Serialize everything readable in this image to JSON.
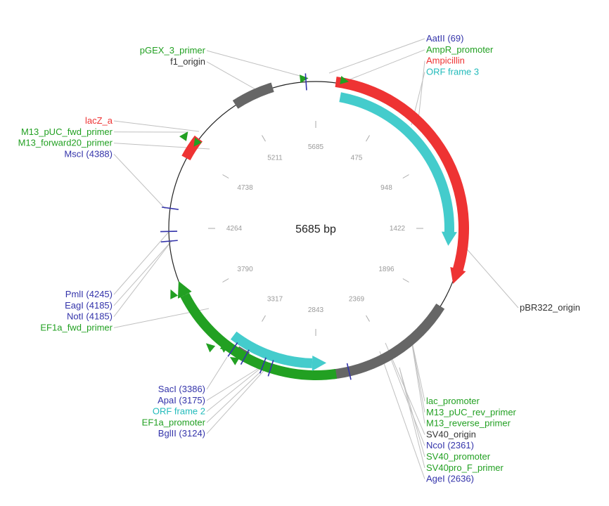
{
  "plasmid": {
    "size_label": "5685 bp",
    "length": 5685
  },
  "colors": {
    "enzyme": "#3333aa",
    "primer": "#22a022",
    "promoter": "#22a022",
    "resistance": "#ee3333",
    "orf": "#44cccc",
    "origin": "#666666",
    "tick_label": "#9a9a9a",
    "backbone": "#222222",
    "leader": "#c0c0c0"
  },
  "ticks": [
    "5685",
    "475",
    "948",
    "1422",
    "1896",
    "2369",
    "2843",
    "3317",
    "3790",
    "4264",
    "4738",
    "5211"
  ],
  "features": [
    {
      "id": "ampicillin",
      "type": "resistance",
      "color": "#ee3333"
    },
    {
      "id": "orf3",
      "type": "orf",
      "color": "#44cccc"
    },
    {
      "id": "pbr322",
      "type": "origin",
      "color": "#666666"
    },
    {
      "id": "sv40small",
      "type": "origin",
      "color": "#666666"
    },
    {
      "id": "ef1a",
      "type": "promoter",
      "color": "#22a022"
    },
    {
      "id": "orf2",
      "type": "orf",
      "color": "#44cccc"
    },
    {
      "id": "f1",
      "type": "origin",
      "color": "#666666"
    },
    {
      "id": "lacz",
      "type": "resistance",
      "color": "#ee3333"
    }
  ],
  "labels": {
    "top_right": [
      {
        "text": "AatII (69)",
        "color": "#3333aa"
      },
      {
        "text": "AmpR_promoter",
        "color": "#22a022"
      },
      {
        "text": "Ampicillin",
        "color": "#ee3333"
      },
      {
        "text": "ORF frame 3",
        "color": "#22bbbb"
      }
    ],
    "top_left": [
      {
        "text": "pGEX_3_primer",
        "color": "#22a022"
      },
      {
        "text": "f1_origin",
        "color": "#333333"
      }
    ],
    "left_upper": [
      {
        "text": "lacZ_a",
        "color": "#ee3333"
      },
      {
        "text": "M13_pUC_fwd_primer",
        "color": "#22a022"
      },
      {
        "text": "M13_forward20_primer",
        "color": "#22a022"
      },
      {
        "text": "MscI (4388)",
        "color": "#3333aa"
      }
    ],
    "left_lower": [
      {
        "text": "PmlI (4245)",
        "color": "#3333aa"
      },
      {
        "text": "EagI (4185)",
        "color": "#3333aa"
      },
      {
        "text": "NotI (4185)",
        "color": "#3333aa"
      },
      {
        "text": "EF1a_fwd_primer",
        "color": "#22a022"
      }
    ],
    "right_mid": [
      {
        "text": "pBR322_origin",
        "color": "#333333"
      }
    ],
    "bottom_left": [
      {
        "text": "SacI (3386)",
        "color": "#3333aa"
      },
      {
        "text": "ApaI (3175)",
        "color": "#3333aa"
      },
      {
        "text": "ORF frame 2",
        "color": "#22bbbb"
      },
      {
        "text": "EF1a_promoter",
        "color": "#22a022"
      },
      {
        "text": "BglII (3124)",
        "color": "#3333aa"
      }
    ],
    "bottom_right": [
      {
        "text": "lac_promoter",
        "color": "#22a022"
      },
      {
        "text": "M13_pUC_rev_primer",
        "color": "#22a022"
      },
      {
        "text": "M13_reverse_primer",
        "color": "#22a022"
      },
      {
        "text": "SV40_origin",
        "color": "#333333"
      },
      {
        "text": "NcoI (2361)",
        "color": "#3333aa"
      },
      {
        "text": "SV40_promoter",
        "color": "#22a022"
      },
      {
        "text": "SV40pro_F_primer",
        "color": "#22a022"
      },
      {
        "text": "AgeI (2636)",
        "color": "#3333aa"
      }
    ]
  }
}
